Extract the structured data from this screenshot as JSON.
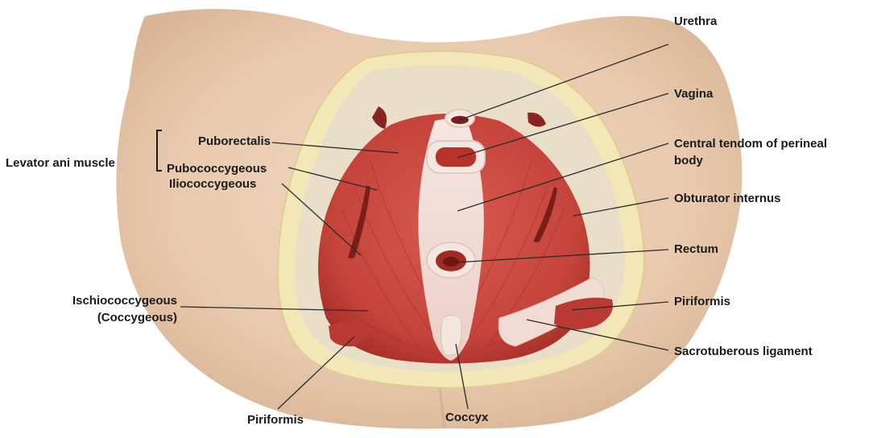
{
  "labels": {
    "urethra": "Urethra",
    "vagina": "Vagina",
    "central_tendon_line1": "Central tendom of perineal",
    "central_tendon_line2": "body",
    "obturator_internus": "Obturator internus",
    "rectum": "Rectum",
    "piriformis_right": "Piriformis",
    "sacrotuberous_ligament": "Sacrotuberous ligament",
    "coccyx": "Coccyx",
    "piriformis_left": "Piriformis",
    "ischiococcygeous_line1": "Ischiococcygeous",
    "ischiococcygeous_line2": "(Coccygeous)",
    "levator_ani_muscle": "Levator ani muscle",
    "puborectalis": "Puborectalis",
    "pubococcygeous": "Pubococcygeous",
    "iliococcygeous": "Iliococcygeous"
  },
  "colors": {
    "skin": "#ecd0b6",
    "skin_shadow": "#d9b99c",
    "fat_layer": "#f3e7b8",
    "muscle": "#c9473e",
    "muscle_dark": "#a8322c",
    "tendon": "#f2dcd6",
    "leader_line": "#2b2b2b"
  }
}
